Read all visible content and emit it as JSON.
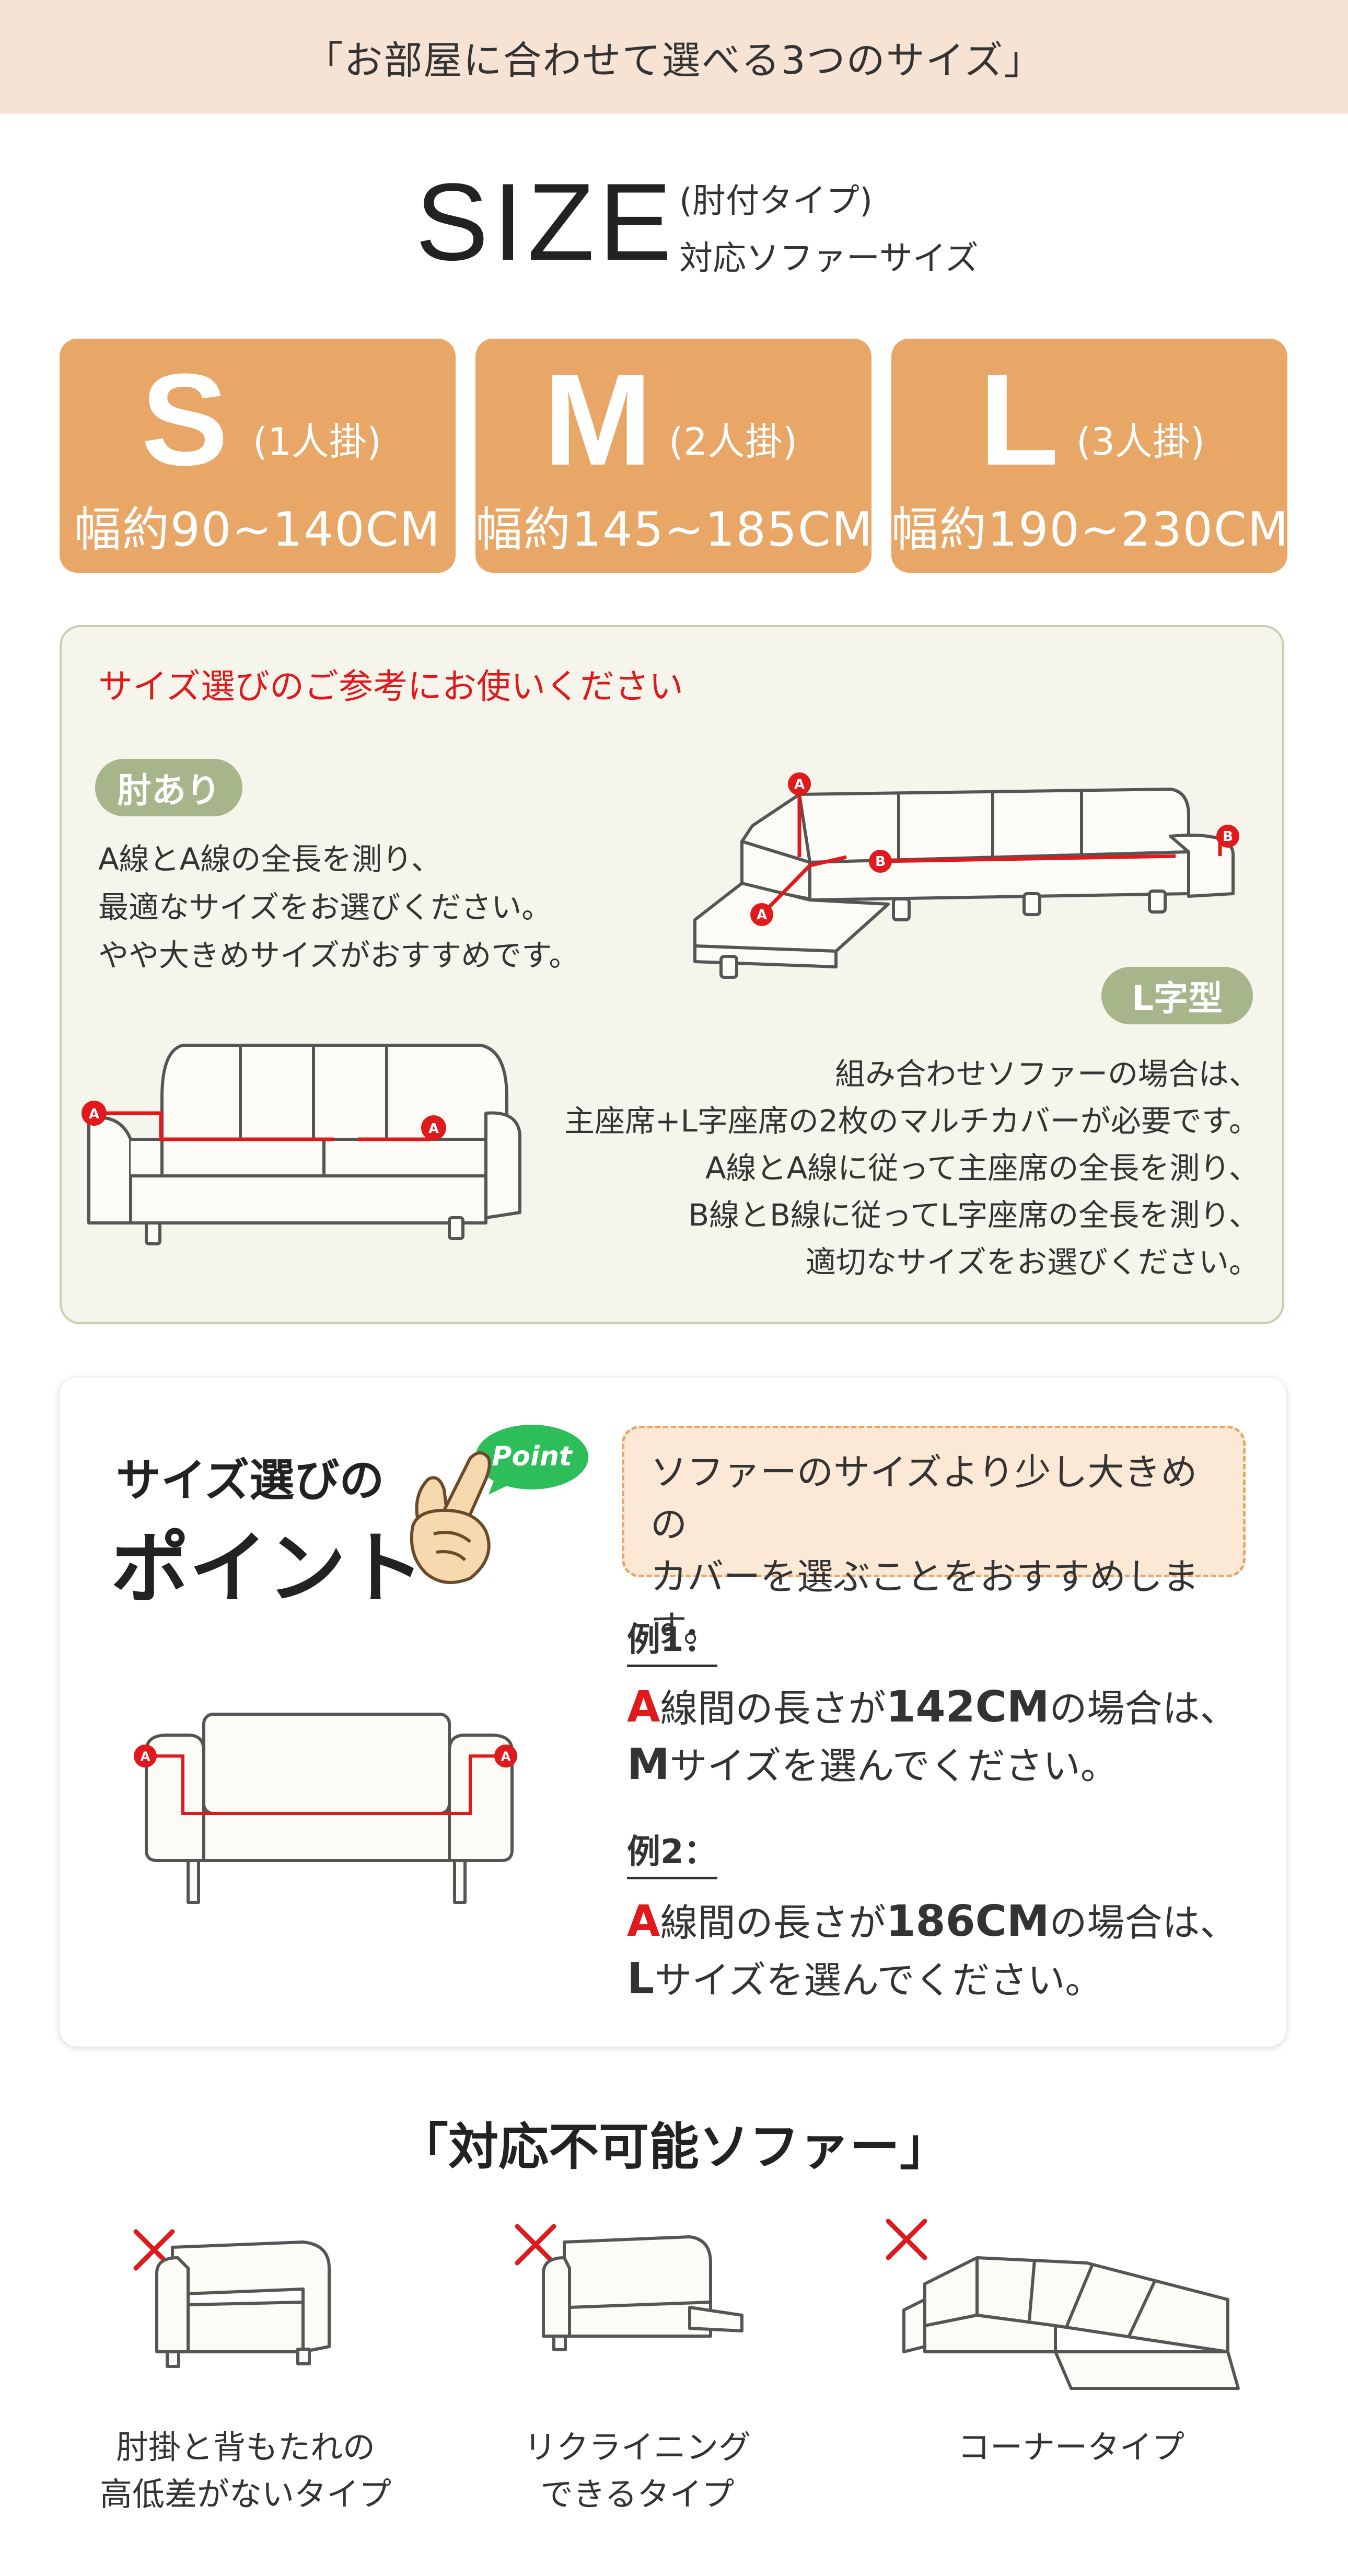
{
  "banner": {
    "text": "「お部屋に合わせて選べる3つのサイズ」"
  },
  "size": {
    "title": "SIZE",
    "sub1": "(肘付タイプ)",
    "sub2": "対応ソファーサイズ"
  },
  "sizes": [
    {
      "letter": "S",
      "people": "(1人掛)",
      "width": "幅約90~140CM"
    },
    {
      "letter": "M",
      "people": "(2人掛)",
      "width": "幅約145~185CM"
    },
    {
      "letter": "L",
      "people": "(3人掛)",
      "width": "幅約190~230CM"
    }
  ],
  "guide": {
    "heading": "サイズ選びのご参考にお使いください",
    "arm_label": "肘あり",
    "arm_lines": [
      "A線とA線の全長を測り、",
      "最適なサイズをお選びください。",
      "やや大きめサイズがおすすめです。"
    ],
    "l_label": "L字型",
    "l_lines": [
      "組み合わせソファーの場合は、",
      "主座席+L字座席の2枚のマルチカバーが必要です。",
      "A線とA線に従って主座席の全長を測り、",
      "B線とB線に従ってL字座席の全長を測り、",
      "適切なサイズをお選びください。"
    ],
    "marker_a": "A",
    "marker_b": "B"
  },
  "point": {
    "title1": "サイズ選びの",
    "title2": "ポイント",
    "badge": "Point",
    "recommend": [
      "ソファーのサイズより少し大きめの",
      "カバーを選ぶことをおすすめします。"
    ],
    "examples": [
      {
        "label": "例1：",
        "a": "A",
        "pre": "線間の長さが",
        "len": "142CM",
        "post": "の場合は、",
        "size": "M",
        "tail": "サイズを選んでください。"
      },
      {
        "label": "例2：",
        "a": "A",
        "pre": "線間の長さが",
        "len": "186CM",
        "post": "の場合は、",
        "size": "L",
        "tail": "サイズを選んでください。"
      }
    ]
  },
  "incompatible": {
    "title": "「対応不可能ソファー」",
    "items": [
      {
        "line1": "肘掛と背もたれの",
        "line2": "高低差がないタイプ"
      },
      {
        "line1": "リクライニング",
        "line2": "できるタイプ"
      },
      {
        "line1": "コーナータイプ",
        "line2": ""
      }
    ]
  },
  "colors": {
    "orange": "#e8a667",
    "red": "#e0191d",
    "olive": "#a7b58a",
    "banner": "#f7e3d3"
  }
}
